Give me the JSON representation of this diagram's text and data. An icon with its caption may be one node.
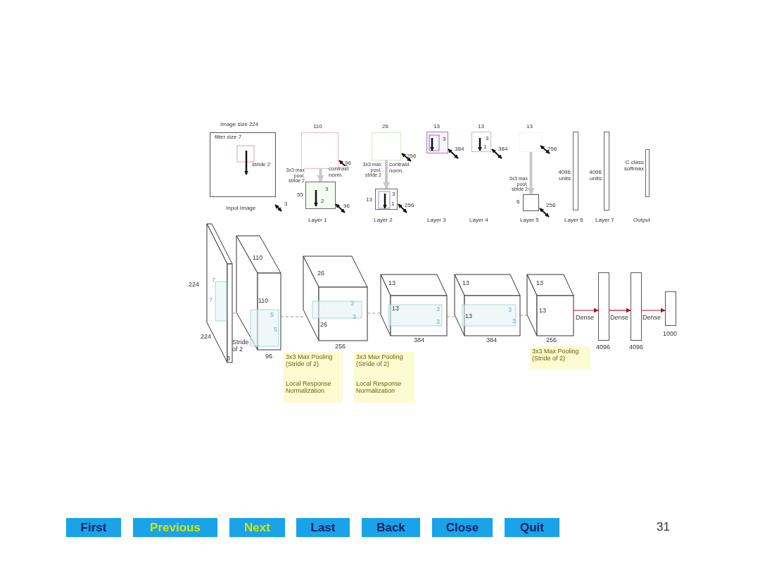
{
  "diagram": {
    "nodes": [
      {
        "text": [
          "Image size 224",
          "filter size 7",
          "stride 2"
        ],
        "beside": [
          "3"
        ]
      },
      {
        "text": [
          "110"
        ],
        "beside": [
          "96"
        ]
      },
      {
        "text": [
          "55",
          "3",
          "2"
        ],
        "beside": [
          "96"
        ]
      },
      {
        "text": [
          "26"
        ],
        "beside": [
          "256"
        ]
      },
      {
        "text": [
          "13",
          "3",
          "1"
        ],
        "beside": [
          "256"
        ]
      },
      {
        "text": [
          "13",
          "3"
        ],
        "beside": [
          "384"
        ]
      },
      {
        "text": [
          "13",
          "3",
          "1"
        ],
        "beside": [
          "384"
        ]
      },
      {
        "text": [
          "13"
        ],
        "beside": [
          "256"
        ]
      },
      {
        "text": [
          "6"
        ],
        "beside": [
          "256"
        ]
      },
      {
        "text": [
          "4096 units"
        ]
      },
      {
        "text": [
          "4096 units"
        ]
      },
      {
        "text": [
          "C class softmax"
        ]
      },
      {
        "text": [
          "7",
          "7"
        ],
        "beside": [
          "224",
          "224",
          "3"
        ]
      },
      {
        "text": [
          "110",
          "110",
          "5",
          "5"
        ],
        "beside": [
          "96"
        ]
      },
      {
        "text": [
          "26",
          "26",
          "3",
          "3"
        ],
        "beside": [
          "256"
        ]
      },
      {
        "text": [
          "13",
          "13",
          "3",
          "3"
        ],
        "beside": [
          "384"
        ]
      },
      {
        "text": [
          "13",
          "13",
          "3",
          "3"
        ],
        "beside": [
          "384"
        ]
      },
      {
        "text": [
          "13",
          "13"
        ],
        "beside": [
          "256"
        ]
      },
      {
        "text": [],
        "shape": "bar",
        "beside": [
          "4096"
        ]
      },
      {
        "text": [],
        "shape": "bar",
        "beside": [
          "4096"
        ]
      },
      {
        "text": [],
        "shape": "bar",
        "beside": [
          "1000"
        ]
      },
      {
        "text": [
          "3x3 Max Pooling (Stride of 2)",
          "Local Response Normalization"
        ]
      },
      {
        "text": [
          "3x3 Max Pooling (Stride of 2)",
          "Local Response Normalization"
        ]
      },
      {
        "text": [
          "3x3 Max Pooling (Stride of 2)"
        ]
      }
    ],
    "edges": [
      {
        "from": 1,
        "to": 2,
        "arrow": "to",
        "label": "3x3 max pool. stride 2",
        "style": "thick",
        "color": "#c8c8c8"
      },
      {
        "from": 3,
        "to": 4,
        "arrow": "to",
        "label": "3x3 max pool. stride 2",
        "style": "thick",
        "color": "#c8c8c8"
      },
      {
        "from": 7,
        "to": 8,
        "arrow": "to",
        "label": "3x3 max pool. stride 2",
        "style": "thick",
        "color": "#c8c8c8"
      },
      {
        "from": 12,
        "to": 13,
        "arrow": "none",
        "style": "dashed",
        "color": "#999999"
      },
      {
        "from": 13,
        "to": 14,
        "arrow": "none",
        "style": "dashed",
        "color": "#999999"
      },
      {
        "from": 14,
        "to": 15,
        "arrow": "none",
        "style": "dashed",
        "color": "#999999"
      },
      {
        "from": 15,
        "to": 16,
        "arrow": "none",
        "style": "dashed",
        "color": "#999999"
      },
      {
        "from": 16,
        "to": 17,
        "arrow": "none",
        "style": "dashed",
        "color": "#999999"
      },
      {
        "from": 17,
        "to": 18,
        "arrow": "to",
        "label": "Dense",
        "color": "#b01020"
      },
      {
        "from": 18,
        "to": 19,
        "arrow": "to",
        "label": "Dense",
        "color": "#b01020"
      },
      {
        "from": 19,
        "to": 20,
        "arrow": "to",
        "label": "Dense",
        "color": "#b01020"
      }
    ],
    "labels": [
      "Input Image",
      "Layer 1",
      "Layer 2",
      "Layer 3",
      "Layer 4",
      "Layer 5",
      "Layer 6",
      "Layer 7",
      "Output",
      "contrast norm.",
      "contrast norm.",
      "Stride of 2",
      "First",
      "Previous",
      "Next",
      "Last",
      "Back",
      "Close",
      "Quit",
      "31"
    ]
  }
}
